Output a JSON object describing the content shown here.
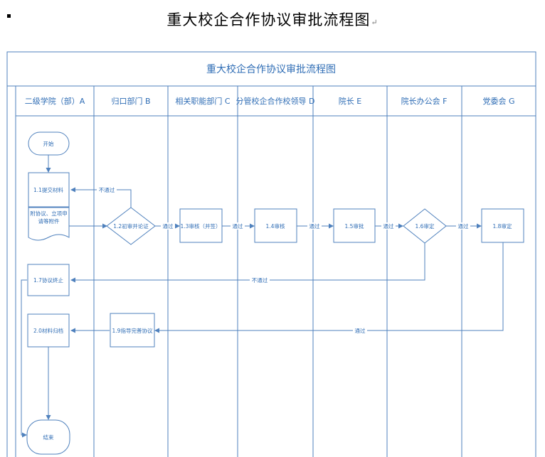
{
  "document": {
    "title": "重大校企合作协议审批流程图",
    "paragraph_mark": "↵"
  },
  "diagram": {
    "title": "重大校企合作协议审批流程图",
    "lanes": [
      {
        "key": "A",
        "label": "二级学院（部）A"
      },
      {
        "key": "B",
        "label": "归口部门 B"
      },
      {
        "key": "C",
        "label": "相关职能部门 C"
      },
      {
        "key": "D",
        "label": "分管校企合作校领导 D"
      },
      {
        "key": "E",
        "label": "院长 E"
      },
      {
        "key": "F",
        "label": "院长办公会 F"
      },
      {
        "key": "G",
        "label": "党委会 G"
      }
    ],
    "nodes": {
      "start": "开始",
      "submit": "1.1提交材料",
      "attachments": "附协议、立项申请等附件",
      "review": "1.2初审并论证",
      "audit_c": "1.3审核（并签）",
      "audit_d": "1.4审核",
      "approve_e": "1.5审批",
      "decide_f": "1.6审定",
      "decide_g": "1.8审定",
      "terminate": "1.7协议终止",
      "guide": "1.9指导完善协议",
      "archive": "2.0材料归档",
      "end": "结束"
    },
    "edge_labels": {
      "reject_b": "不通过",
      "pass_bc": "通过",
      "pass_cd": "通过",
      "pass_de": "通过",
      "pass_ef": "通过",
      "pass_fg": "通过",
      "reject_f": "不通过",
      "pass_g": "通过"
    },
    "colors": {
      "line": "#4f81bd",
      "text": "#2f6db5",
      "arrow": "#4f81bd"
    }
  }
}
